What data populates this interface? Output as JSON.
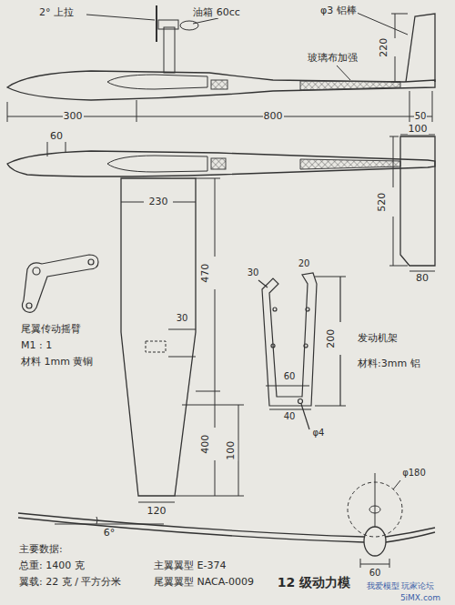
{
  "diagram": {
    "title": "12 级动力模",
    "labels": [
      "2° 上拉",
      "油箱 60cc",
      "φ3 铝棒",
      "220",
      "玻璃布加强",
      "300",
      "800",
      "50",
      "60",
      "100",
      "230",
      "520",
      "80",
      "470",
      "30",
      "400",
      "120",
      "100",
      "尾翼传动摇臂",
      "M1 : 1",
      "材料 1mm 黄铜",
      "30",
      "20",
      "200",
      "发动机架",
      "材料:3mm 铝",
      "60",
      "40",
      "φ4",
      "6°",
      "φ180",
      "60",
      "主要数据:",
      "总重: 1400 克",
      "翼载: 22 克 / 平方分米",
      "主翼翼型 E-374",
      "尾翼翼型 NACA-0009",
      "我爱模型 玩家论坛",
      "5iMX.com"
    ]
  }
}
